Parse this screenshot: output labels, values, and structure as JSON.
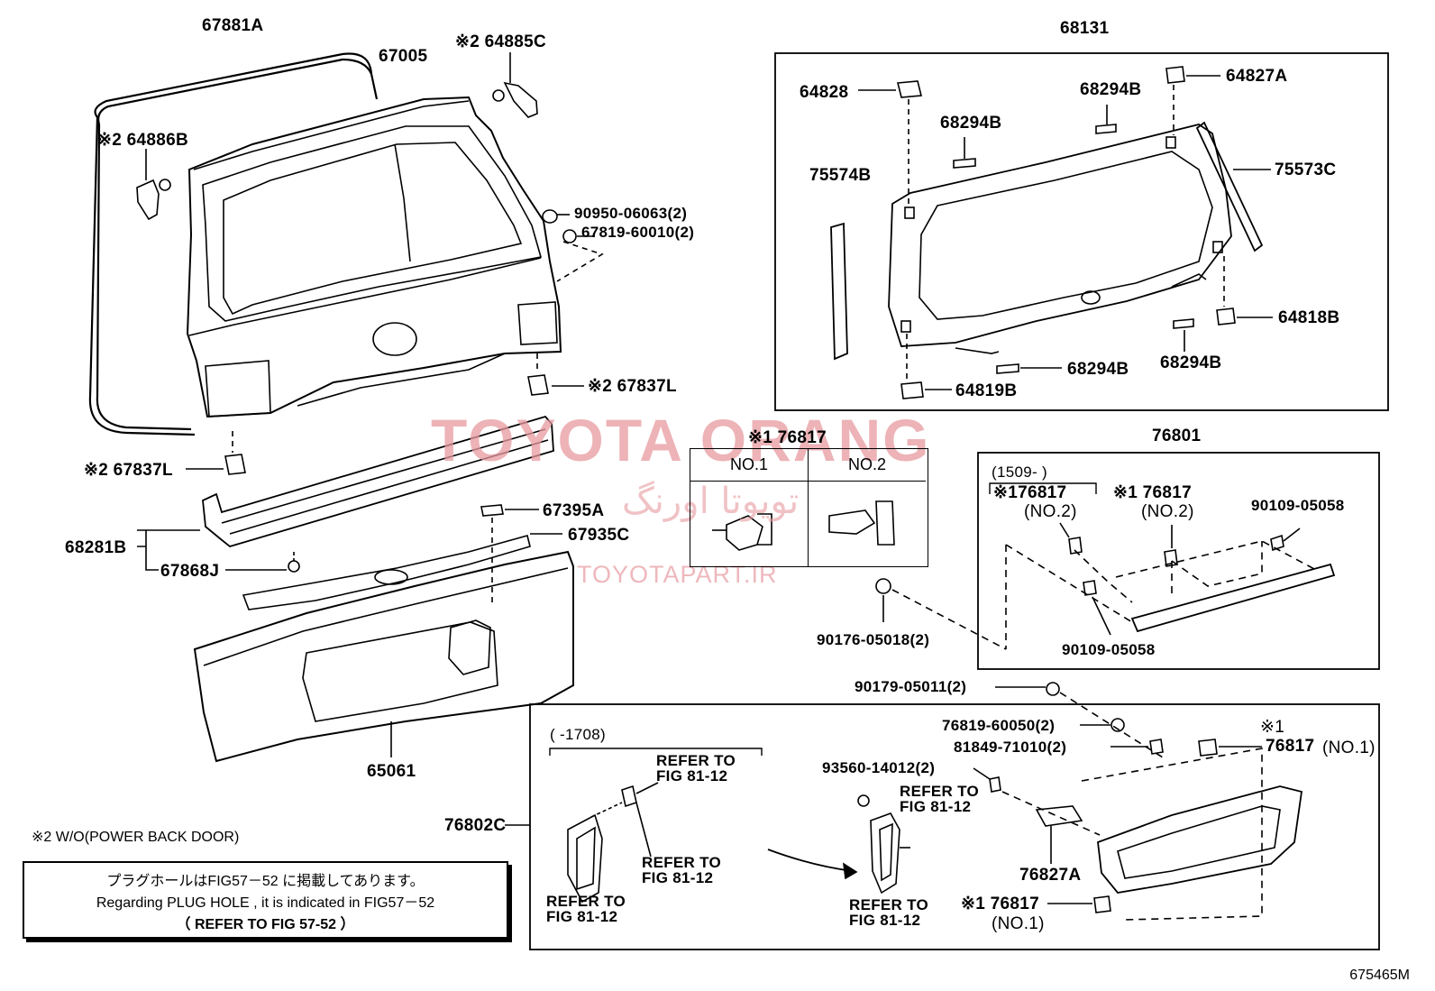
{
  "watermark": {
    "brand": "TOYOTA ORANG",
    "brand_fa": "تویوتا اورنگ",
    "site": "TOYOTAPART.IR"
  },
  "labels": {
    "p67881A": "67881A",
    "p67005": "67005",
    "p64885C": "※2 64885C",
    "p64886B": "※2 64886B",
    "p90950": "90950-06063(2)",
    "p67819_60010": "67819-60010(2)",
    "p67837L_r": "※2 67837L",
    "p67837L_l": "※2 67837L",
    "p68281B": "68281B",
    "p67868J": "67868J",
    "p67395A": "67395A",
    "p67935C": "67935C",
    "p65061": "65061",
    "p68131": "68131",
    "p64828": "64828",
    "p64827A": "64827A",
    "p68294B_a": "68294B",
    "p68294B_b": "68294B",
    "p75574B": "75574B",
    "p75573C": "75573C",
    "p64818B": "64818B",
    "p68294B_c": "68294B",
    "p68294B_d": "68294B",
    "p64819B": "64819B",
    "p76817_tbl": "※1 76817",
    "p76801": "76801",
    "p1509": "(1509-      )",
    "p176817": "※176817",
    "p176817_no2": "(NO.2)",
    "p76817_b": "※1 76817",
    "p76817_b_no2": "(NO.2)",
    "p90109_a": "90109-05058",
    "p90109_b": "90109-05058",
    "p90176": "90176-05018(2)",
    "p90179": "90179-05011(2)",
    "p76819_60050": "76819-60050(2)",
    "p81849": "81849-71010(2)",
    "p76817_c_mark": "※1",
    "p76817_c": "76817",
    "p76817_c_no1": "(NO.1)",
    "p93560": "93560-14012(2)",
    "p1708": "(        -1708)",
    "p76802C": "76802C",
    "p76827A": "76827A",
    "p76817_d": "※1 76817",
    "p76817_d_no1": "(NO.1)"
  },
  "refers": {
    "r1": [
      "REFER TO",
      "FIG 81-12"
    ],
    "r2": [
      "REFER TO",
      "FIG 81-12"
    ],
    "r3": [
      "REFER TO",
      "FIG 81-12"
    ],
    "r4": [
      "REFER TO",
      "FIG 81-12"
    ],
    "r5": [
      "REFER TO",
      "FIG 81-12"
    ]
  },
  "table": {
    "col1": "NO.1",
    "col2": "NO.2"
  },
  "notes": {
    "wo": "※2 W/O(POWER BACK DOOR)",
    "plug_jp": "プラグホールはFIG57－52 に掲載してあります。",
    "plug_en": "Regarding  PLUG HOLE , it is indicated  in FIG57－52",
    "plug_ref": "（   REFER TO FIG 57-52  ）"
  },
  "figure_code": "675465M"
}
